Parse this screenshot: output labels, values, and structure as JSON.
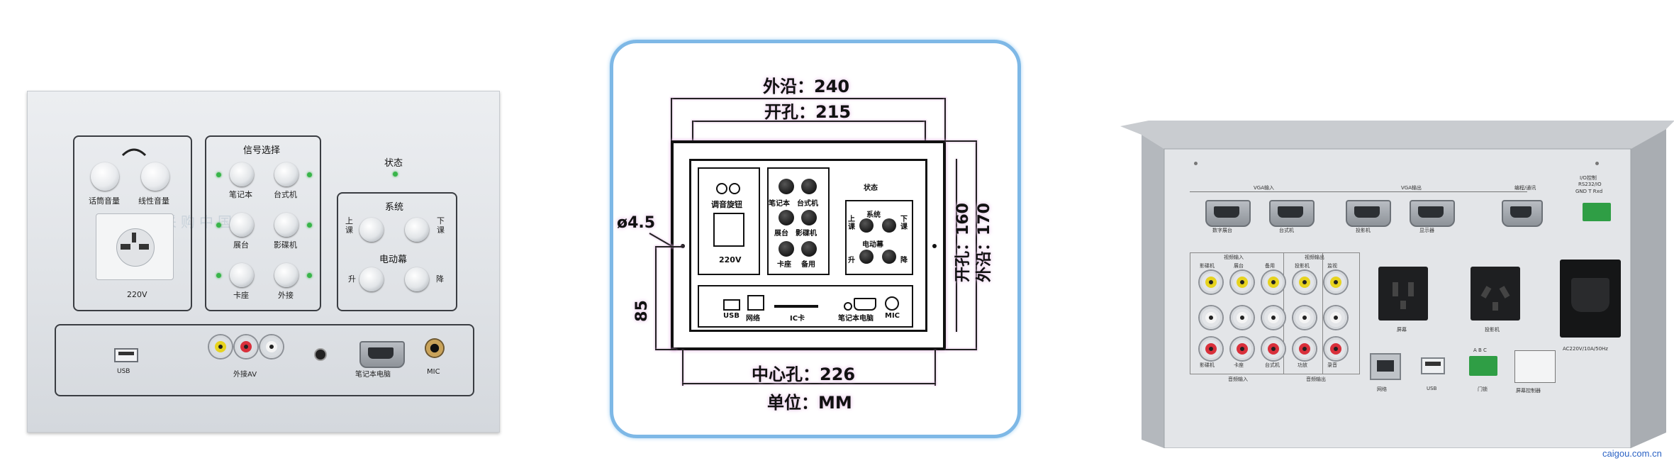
{
  "panel1": {
    "knobs": [
      "话筒音量",
      "线性音量"
    ],
    "socket_label": "220V",
    "signal_title": "信号选择",
    "signal_buttons": [
      "笔记本",
      "台式机",
      "展台",
      "影碟机",
      "卡座",
      "外接"
    ],
    "status_label": "状态",
    "system_title": "系统",
    "up_label": "上\n课",
    "down_label": "下\n课",
    "screen_title": "电动幕",
    "rise_label": "升",
    "fall_label": "降",
    "usb_label": "USB",
    "av_label": "外接AV",
    "laptop_label": "笔记本电脑",
    "mic_label": "MIC",
    "watermark": "采购中国"
  },
  "panel2": {
    "outer_edge": "外沿：240",
    "cutout": "开孔：215",
    "diameter": "ø4.5",
    "height_85": "85",
    "cutout_h": "开孔：160",
    "outer_h": "外沿：170",
    "center_hole": "中心孔：226",
    "unit": "单位：MM",
    "knob_label": "调音旋钮",
    "socket": "220V",
    "buttons": [
      "笔记本",
      "台式机",
      "展台",
      "影碟机",
      "卡座",
      "备用"
    ],
    "status": "状态",
    "system": "系统",
    "up": "上\n课",
    "down": "下\n课",
    "screen": "电动幕",
    "rise": "升",
    "fall": "降",
    "usb": "USB",
    "net": "网络",
    "ic": "IC卡",
    "laptop": "笔记本电脑",
    "mic": "MIC"
  },
  "panel3": {
    "vga_in": "VGA输入",
    "vga_out": "VGA输出",
    "serial": "编程/通讯",
    "ports_vga": [
      "数字展台",
      "台式机",
      "投影机",
      "显示器"
    ],
    "io_title": "I/O控制",
    "io_sub": "RS232/IO",
    "io_sub2": "GND  T  Rxd",
    "video_in": "视频输入",
    "video_out": "视频输出",
    "rca_top": [
      "影碟机",
      "展台",
      "备用",
      "投影机",
      "监视"
    ],
    "rca_bottom_l": "音频输入",
    "rca_bottom_r": "音频输出",
    "rca_bot_labels": [
      "影碟机",
      "卡座",
      "台式机",
      "功放",
      "录音"
    ],
    "screen_label": "屏幕",
    "projector_label": "投影机",
    "power_label": "AC220V/10A/50Hz",
    "net_label": "网络",
    "usb_label": "USB",
    "door_label": "门锁",
    "door_pins": "A B C",
    "screen_ctrl": "屏幕控制器",
    "brand": "caigou.com.cn"
  }
}
